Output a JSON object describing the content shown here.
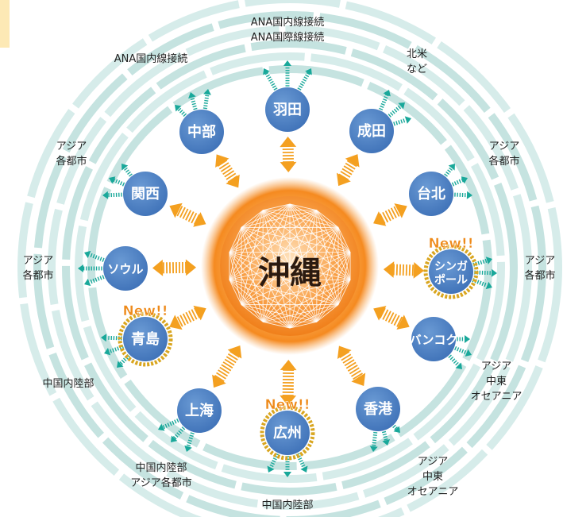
{
  "hub": {
    "label": "沖縄"
  },
  "new_badge": "New!!",
  "colors": {
    "city": "#4a7ec3",
    "hub_arrow": "#f4a020",
    "connection_arrow": "#19a89a",
    "gold_ring": "#d9a620",
    "new_text": "#ee8a1a",
    "hub_glow": "#f58a20"
  },
  "cities": [
    {
      "id": "haneda",
      "label": "羽田",
      "is_new": false,
      "connections": [
        "ANA国内線接続",
        "ANA国際線接続"
      ]
    },
    {
      "id": "narita",
      "label": "成田",
      "is_new": false,
      "connections": [
        "北米",
        "など"
      ]
    },
    {
      "id": "taipei",
      "label": "台北",
      "is_new": false,
      "connections": [
        "アジア",
        "各都市"
      ]
    },
    {
      "id": "singapore",
      "label": "シンガポール",
      "label_lines": [
        "シンガ",
        "ポール"
      ],
      "is_new": true,
      "connections": [
        "アジア",
        "各都市"
      ]
    },
    {
      "id": "bangkok",
      "label": "バンコク",
      "is_new": false,
      "connections": [
        "アジア",
        "中東",
        "オセアニア"
      ]
    },
    {
      "id": "hongkong",
      "label": "香港",
      "is_new": false,
      "connections": [
        "アジア",
        "中東",
        "オセアニア"
      ]
    },
    {
      "id": "guangzhou",
      "label": "広州",
      "is_new": true,
      "connections": [
        "中国内陸部"
      ]
    },
    {
      "id": "shanghai",
      "label": "上海",
      "is_new": false,
      "connections": [
        "中国内陸部",
        "アジア各都市"
      ]
    },
    {
      "id": "qingdao",
      "label": "青島",
      "is_new": true,
      "connections": [
        "中国内陸部"
      ]
    },
    {
      "id": "seoul",
      "label": "ソウル",
      "is_new": false,
      "connections": [
        "アジア",
        "各都市"
      ]
    },
    {
      "id": "kansai",
      "label": "関西",
      "is_new": false,
      "connections": [
        "アジア",
        "各都市"
      ]
    },
    {
      "id": "chubu",
      "label": "中部",
      "is_new": false,
      "connections": [
        "ANA国内線接続"
      ]
    }
  ]
}
